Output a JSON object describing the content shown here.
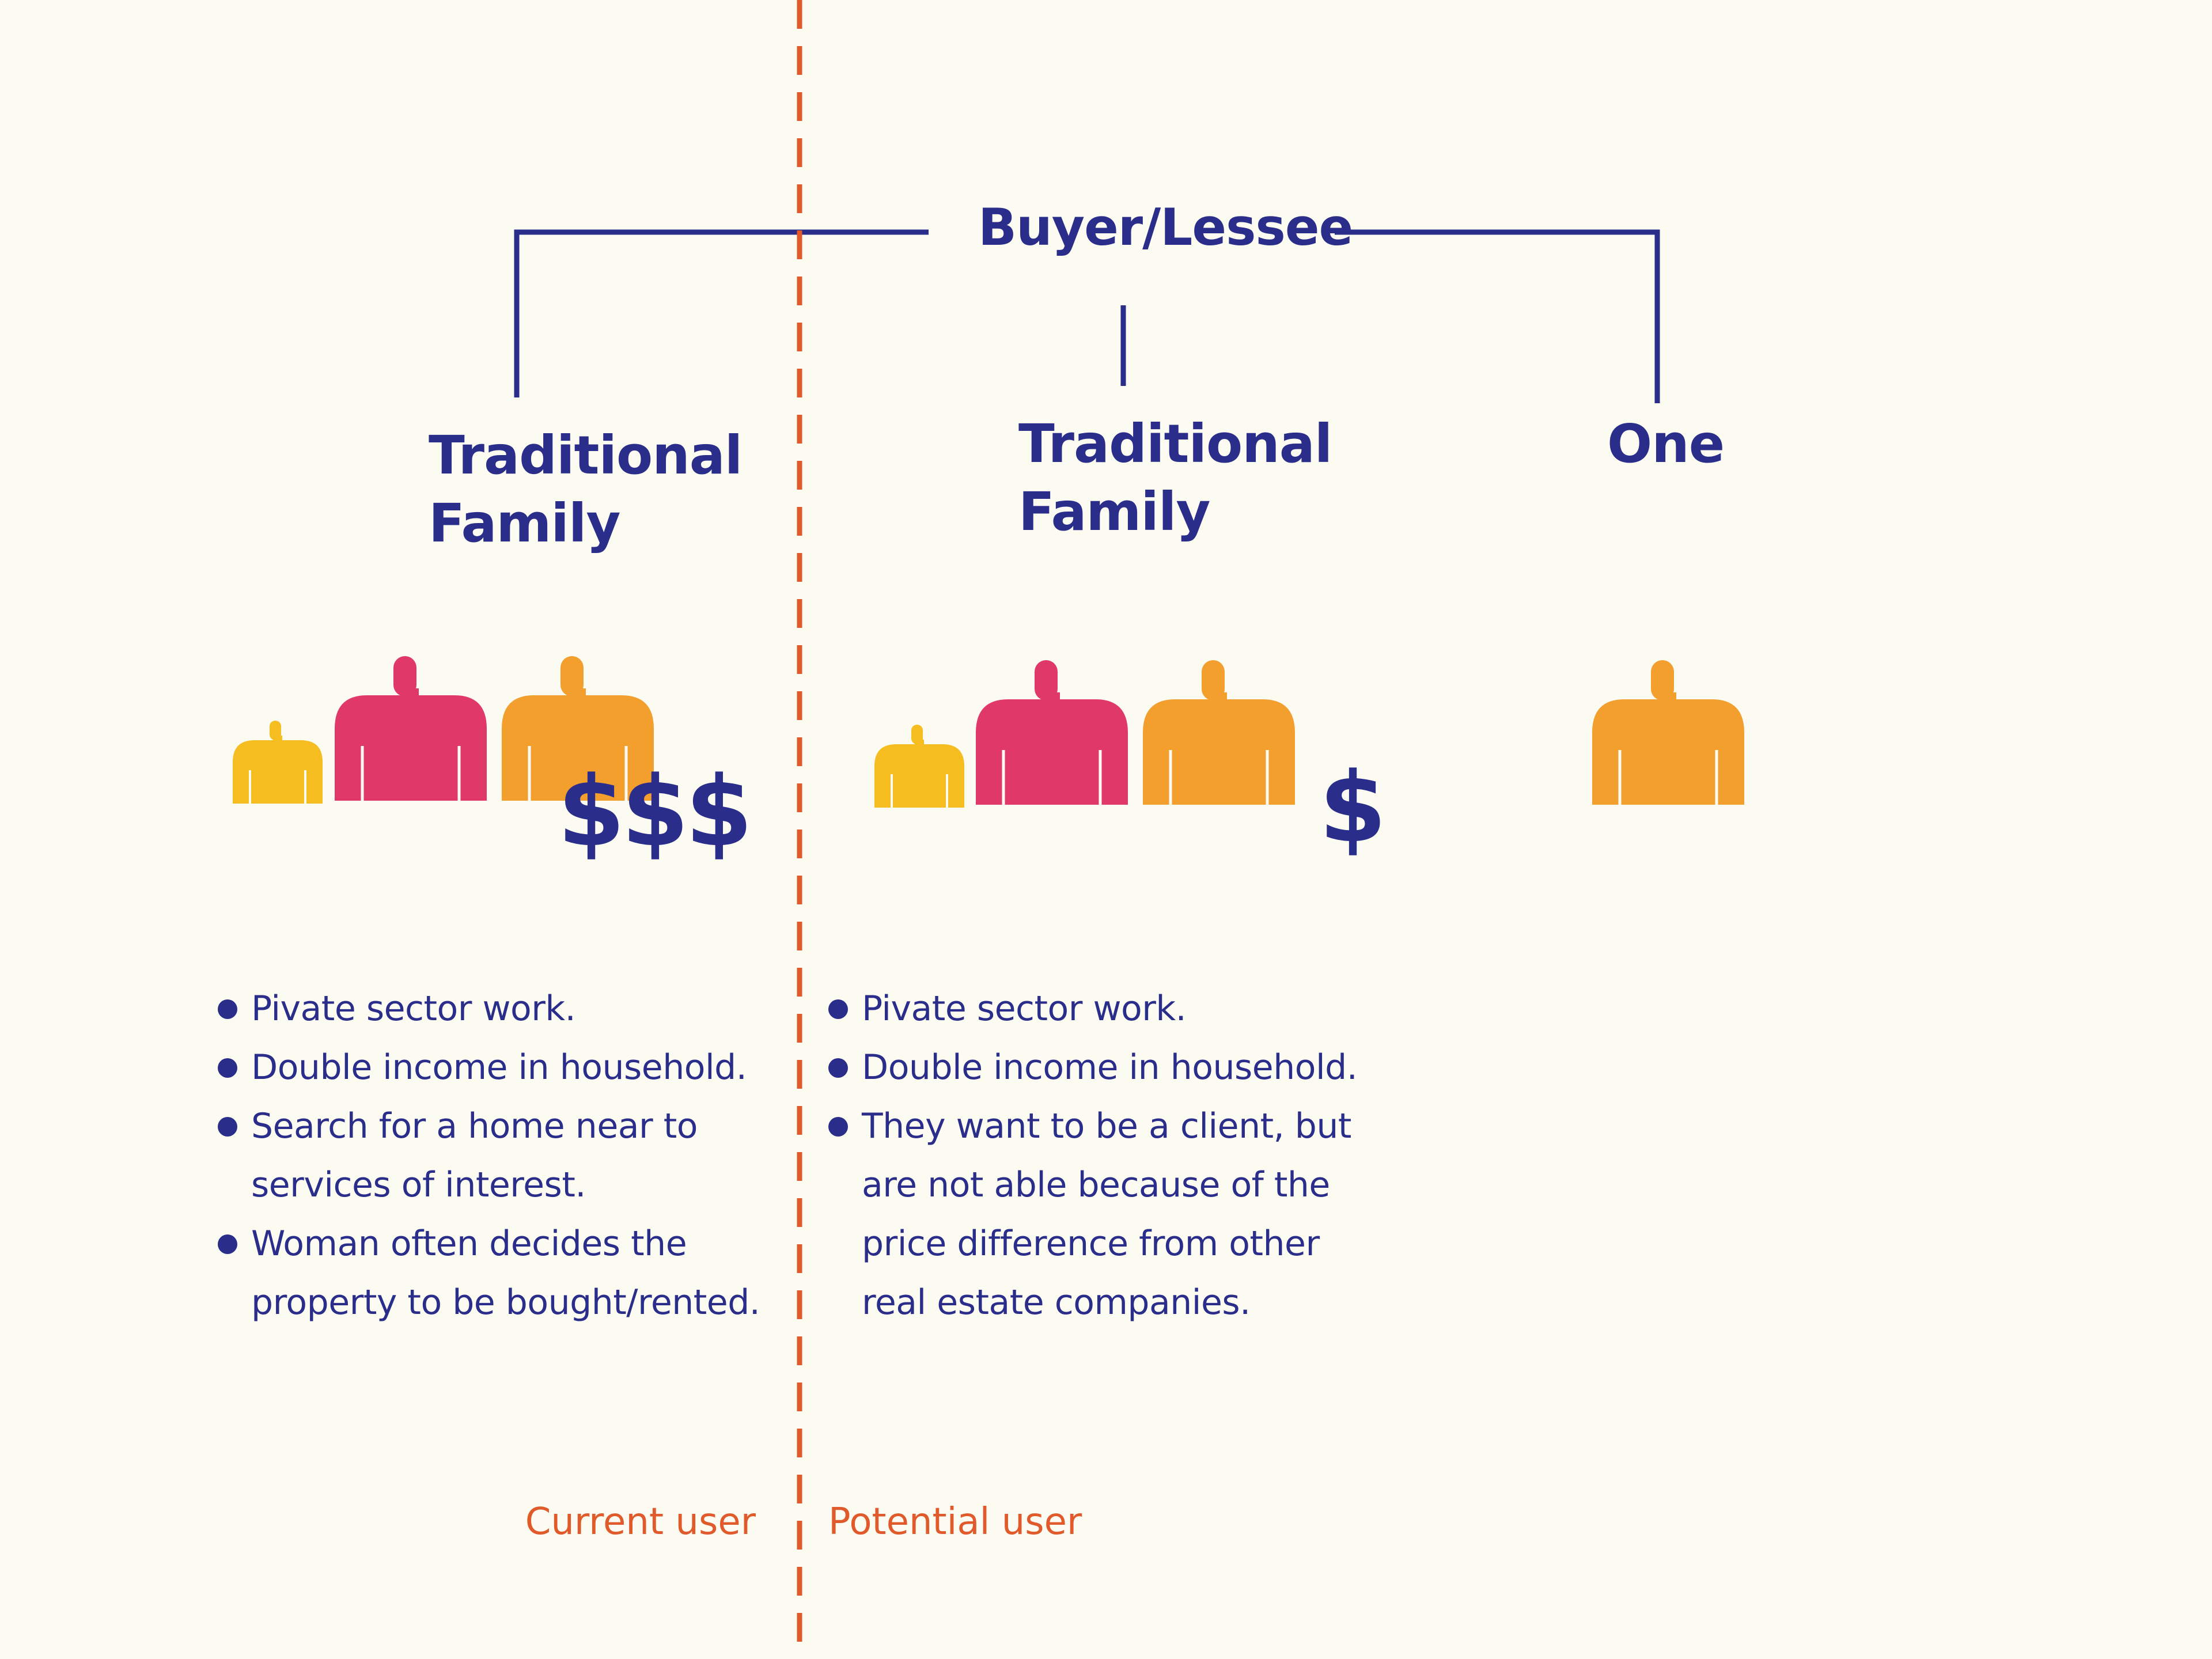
{
  "diagram": {
    "root": "Buyer/Lessee",
    "branches": [
      {
        "title_line1": "Traditional",
        "title_line2": "Family",
        "income": "$$$"
      },
      {
        "title_line1": "Traditional",
        "title_line2": "Family",
        "income": "$"
      },
      {
        "title": "One"
      }
    ]
  },
  "current_user": {
    "label": "Current user",
    "bullets": [
      {
        "line1": "Pivate sector work."
      },
      {
        "line1": "Double income in household."
      },
      {
        "line1": "Search for a home near to",
        "line2": "services of interest."
      },
      {
        "line1": "Woman often decides the",
        "line2": "property to be bought/rented."
      }
    ]
  },
  "potential_user": {
    "label": "Potential user",
    "bullets": [
      {
        "line1": "Pivate sector work."
      },
      {
        "line1": "Double income in household."
      },
      {
        "line1": "They want to be a client, but",
        "line2": "are not able because of the",
        "line3": "price difference from other",
        "line4": "real estate companies."
      }
    ]
  },
  "colors": {
    "navy": "#2b2d8a",
    "divider": "#e05a2b",
    "child": "#f5bd1f",
    "mother": "#e1386a",
    "father": "#f29f2e",
    "background": "#fbfbf2"
  },
  "icons": [
    "child-figure-icon",
    "woman-figure-icon",
    "man-figure-icon",
    "person-figure-icon"
  ]
}
